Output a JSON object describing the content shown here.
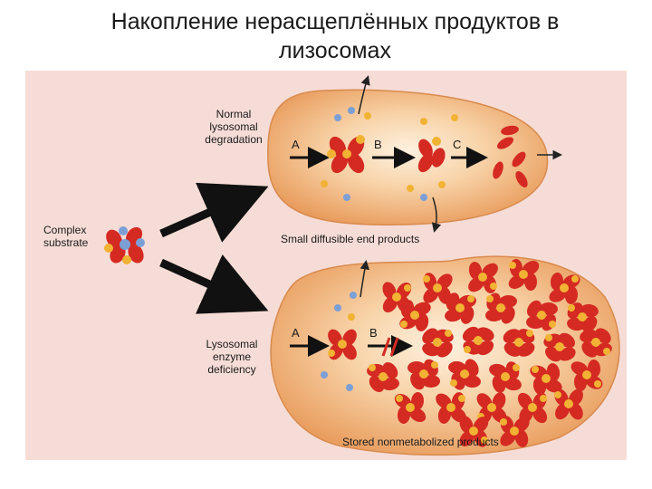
{
  "title_line1": "Накопление нерасщеплённых продуктов в",
  "title_line2": "лизосомах",
  "labels": {
    "normal1": "Normal",
    "normal2": "lysosomal",
    "normal3": "degradation",
    "complex1": "Complex",
    "complex2": "substrate",
    "small": "Small diffusible end products",
    "lyso1": "Lysosomal",
    "lyso2": "enzyme",
    "lyso3": "deficiency",
    "stored": "Stored nonmetabolized products",
    "A": "A",
    "B": "B",
    "C": "C"
  },
  "colors": {
    "background_panel": "#f6dcd6",
    "lysosome_fill": "#f0b27a",
    "lysosome_center": "#fbe7cf",
    "fragment_red": "#d42a22",
    "fragment_yellow": "#f2b233",
    "molecule_blue": "#7c9fd6",
    "arrow": "#111111"
  }
}
